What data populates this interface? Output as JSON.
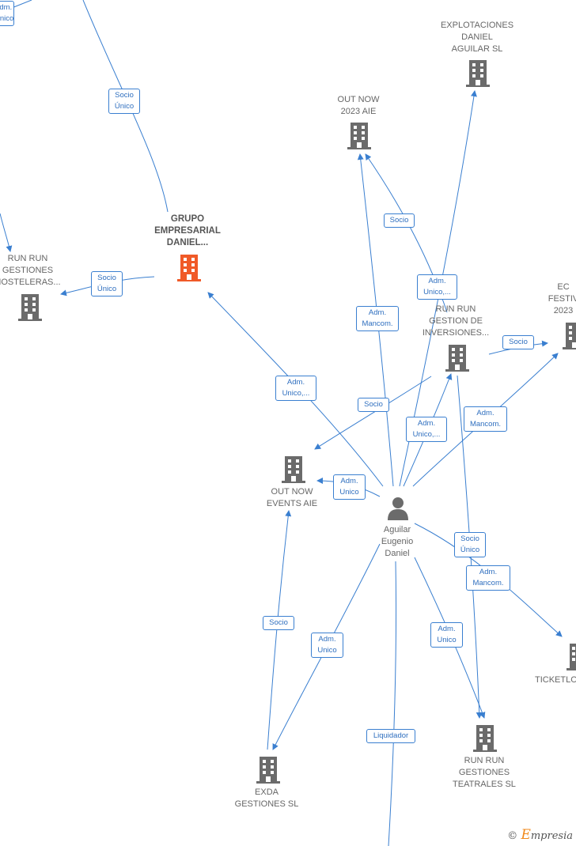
{
  "nodes": {
    "explotaciones": "EXPLOTACIONES\nDANIEL\nAGUILAR  SL",
    "outnow2023": "OUT NOW\n2023  AIE",
    "grupo": "GRUPO\nEMPRESARIAL\nDANIEL...",
    "runrun_hosteleras": "RUN RUN\nGESTIONES\nHOSTELERAS...",
    "runrun_inversiones": "RUN RUN\nGESTION DE\nINVERSIONES...",
    "ec_festival": "EC\nFESTIV\n2023",
    "outnow_events": "OUT NOW\nEVENTS  AIE",
    "aguilar": "Aguilar\nEugenio\nDaniel",
    "ticketlo": "TICKETLO",
    "exda": "EXDA\nGESTIONES  SL",
    "runrun_teatrales": "RUN RUN\nGESTIONES\nTEATRALES  SL"
  },
  "edge_labels": {
    "top_left": "Adm.\nUnico",
    "socio_unico_1": "Socio\nÚnico",
    "socio_unico_2": "Socio\nÚnico",
    "socio_outnow2023": "Socio",
    "adm_mancom_outnow2023": "Adm.\nMancom.",
    "adm_unico_explot": "Adm.\nUnico,...",
    "socio_ec": "Socio",
    "adm_unico_grupo": "Adm.\nUnico,...",
    "socio_events": "Socio",
    "adm_unico_inv": "Adm.\nUnico,...",
    "adm_mancom_ec": "Adm.\nMancom.",
    "adm_unico_events": "Adm.\nUnico",
    "socio_unico_teatrales": "Socio\nÚnico",
    "adm_mancom_ticket": "Adm.\nMancom.",
    "socio_exda": "Socio",
    "adm_unico_exda": "Adm.\nUnico",
    "adm_unico_teatrales": "Adm.\nUnico",
    "liquidador": "Liquidador"
  },
  "brand": {
    "copyright": "©",
    "name": "mpresia",
    "initial": "E"
  },
  "colors": {
    "edge": "#3a7fd0",
    "building": "#6b6b6b",
    "highlight": "#f05a28",
    "person": "#6b6b6b"
  }
}
